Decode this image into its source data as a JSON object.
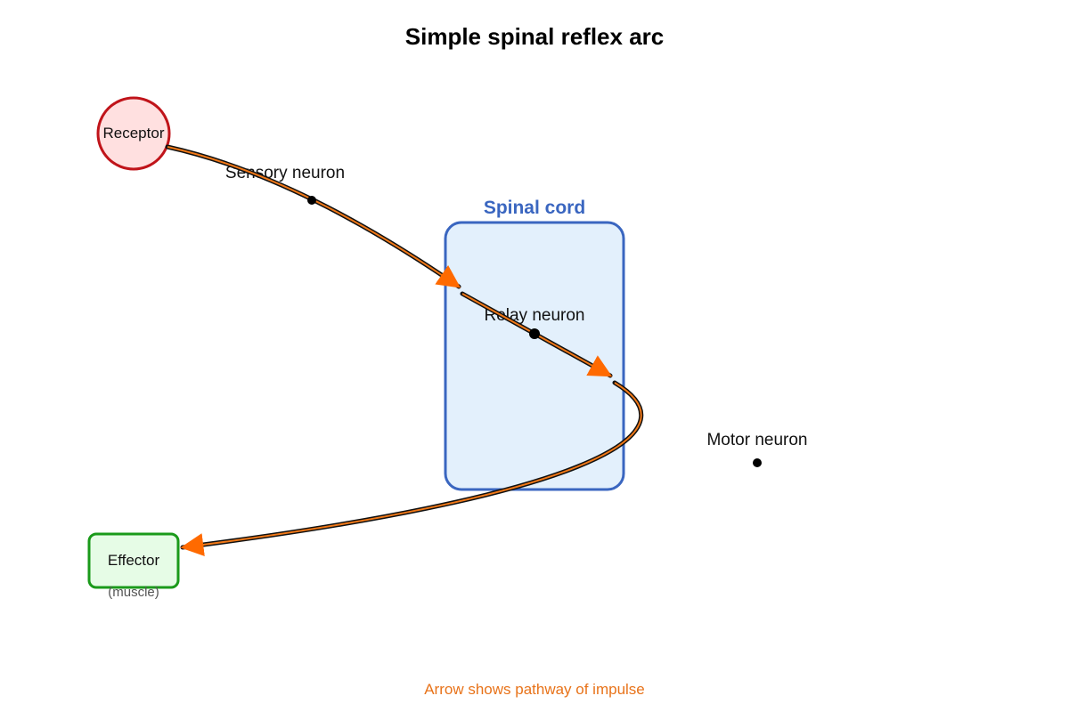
{
  "title": "Simple spinal reflex arc",
  "colors": {
    "receptor_fill": "#ffe0e0",
    "receptor_stroke": "#c0141a",
    "cord_fill": "#e3f0fc",
    "cord_stroke": "#3a66c0",
    "effector_fill": "#e6fce6",
    "effector_stroke": "#1a9a1a",
    "pathway_outer": "#111111",
    "pathway_inner": "#f07818",
    "arrowhead": "#ff6a00",
    "caption": "#e8731a"
  },
  "nodes": {
    "receptor": {
      "label": "Receptor"
    },
    "spinal_cord": {
      "label": "Spinal cord"
    },
    "effector": {
      "label": "Effector",
      "sublabel": "(muscle)"
    }
  },
  "neurons": {
    "sensory": {
      "label": "Sensory neuron"
    },
    "relay": {
      "label": "Relay neuron"
    },
    "motor": {
      "label": "Motor neuron"
    }
  },
  "caption": "Arrow shows pathway of impulse"
}
